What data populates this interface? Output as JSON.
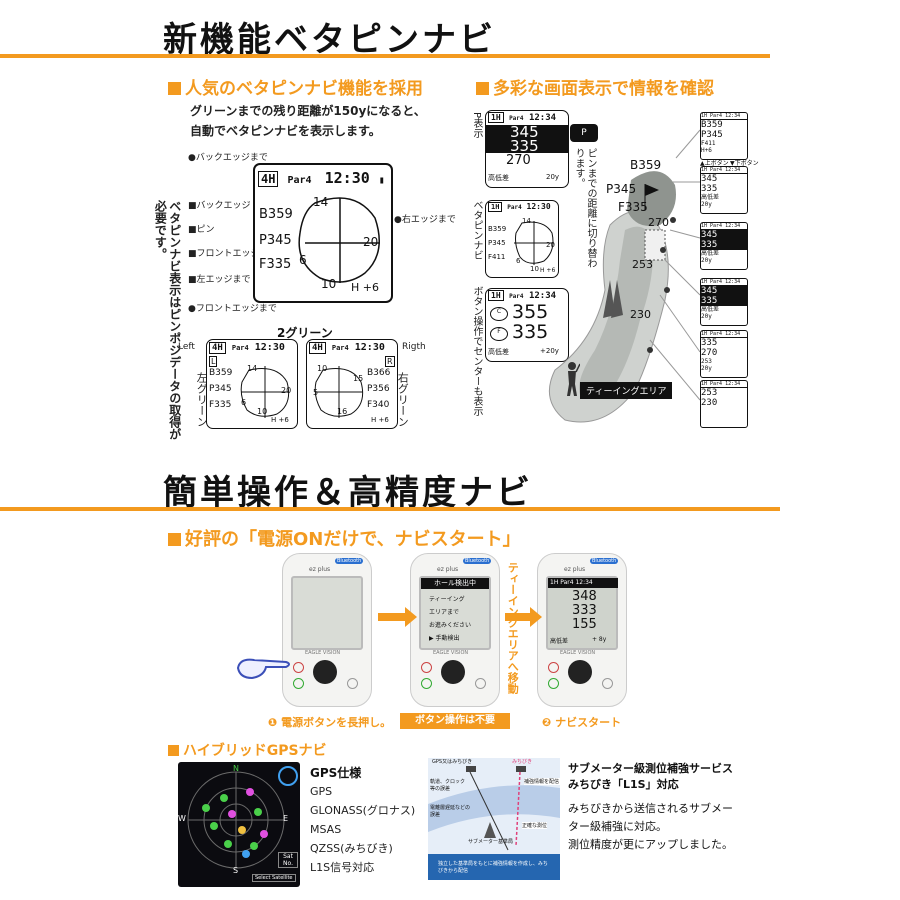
{
  "sec1": {
    "title": "新機能ベタピンナビ",
    "left_sub": "人気のベタピンナビ機能を採用",
    "left_desc1": "グリーンまでの残り距離が150yになると、",
    "left_desc2": "自動でベタピンナビを表示します。",
    "vertical_note": "ベタピンナビ表示はピンポジデータの取得が必要です。",
    "callouts": {
      "back_edge_top": "●バックエッジまで",
      "back_edge": "■バックエッジ",
      "pin": "■ピン",
      "front_edge": "■フロントエッジ",
      "left_edge": "■左エッジまで",
      "front_edge_bottom": "●フロントエッジまで",
      "right_edge": "●右エッジまで"
    },
    "main_screen": {
      "hole": "4H",
      "par": "Par4",
      "time": "12:30",
      "b": "B359",
      "p": "P345",
      "f": "F335",
      "n14": "14",
      "n20": "20",
      "n6": "6",
      "n10": "10",
      "height": "H +6"
    },
    "two_green": {
      "title": "2グリーン",
      "left_label": "Left",
      "right_label": "Rigth",
      "left_vert": "左グリーン",
      "right_vert": "右グリーン",
      "left_screen": {
        "hole": "4H",
        "par": "Par4",
        "time": "12:30",
        "mark": "L",
        "b": "B359",
        "p": "P345",
        "f": "F335",
        "n14": "14",
        "n20": "20",
        "n6": "6",
        "n10": "10",
        "height": "H +6"
      },
      "right_screen": {
        "hole": "4H",
        "par": "Par4",
        "time": "12:30",
        "mark": "R",
        "b": "B366",
        "p": "P356",
        "f": "F340",
        "n10": "10",
        "n15": "15",
        "n5": "5",
        "n16": "16",
        "height": "H +6"
      }
    },
    "right_sub": "多彩な画面表示で情報を確認",
    "p_display_label": "P表示",
    "beta_label": "ベタピンナビ",
    "button_center_label": "ボタン操作でセンターも表示",
    "pin_distance_note": "ピンまでの距離に切り替わります。",
    "scr_p": {
      "hole": "1H",
      "par": "Par4",
      "time": "12:34",
      "v1": "345",
      "v2": "335",
      "v3": "270",
      "height_label": "高低差",
      "height_val": "20y"
    },
    "scr_beta": {
      "hole": "1H",
      "par": "Par4",
      "time": "12:30",
      "b": "B359",
      "p": "P345",
      "f": "F411",
      "n14": "14",
      "n20": "20",
      "n6": "6",
      "n10": "10",
      "height": "H +6"
    },
    "scr_center": {
      "hole": "1H",
      "par": "Par4",
      "time": "12:34",
      "v1": "355",
      "v2": "335",
      "height_label": "高低差",
      "height_val": "+20y"
    },
    "course": {
      "b": "B359",
      "p": "P345",
      "f": "F335",
      "d270": "270",
      "d253": "253",
      "d230": "230",
      "tee": "ティーイングエリア"
    },
    "mini_header": "1H Par4 12:34",
    "mini_up": "▲上ボタン",
    "mini_down": "▼下ボタン",
    "mini_screens": [
      {
        "l1": "B359",
        "l2": "P345",
        "l3": "F411",
        "l4": "H+6"
      },
      {
        "l1": "345",
        "l2": "335",
        "l3": "高低差",
        "l4": "20y"
      },
      {
        "l1": "345",
        "l2": "335",
        "l3": "高低差",
        "l4": "20y"
      },
      {
        "l1": "345",
        "l2": "335",
        "l3": "高低差",
        "l4": "20y"
      },
      {
        "l1": "335",
        "l2": "270",
        "l3": "253",
        "l4": "20y"
      },
      {
        "l1": "253",
        "l2": "230",
        "l3": "",
        "l4": ""
      }
    ]
  },
  "sec2": {
    "title": "簡単操作＆高精度ナビ",
    "sub1": "好評の「電源ONだけで、ナビスタート」",
    "device_brand": "EAGLE VISION",
    "device_model": "ez plus",
    "device_sticker": "Bluetooth",
    "device2_screen": {
      "header": "ホール検出中",
      "l1": "ティーイング",
      "l2": "エリアまで",
      "l3": "お進みください",
      "l4": "▶ 手動検出"
    },
    "device3_screen": {
      "header": "1H Par4 12:34",
      "v1": "348",
      "v2": "333",
      "v3": "155",
      "height_label": "高低差",
      "height_val": "+ 8y"
    },
    "move_vertical": "ティーイングエリアへ移動",
    "step1": "❶ 電源ボタンを長押し。",
    "step_mid": "ボタン操作は不要",
    "step2": "❷ ナビスタート",
    "sub2": "ハイブリッドGPSナビ",
    "gps_title": "GPS仕様",
    "gps_items": [
      "GPS",
      "GLONASS(グロナス)",
      "MSAS",
      "QZSS(みちびき)",
      "L1S信号対応"
    ],
    "sat_btn": "Select Satellite",
    "sat_side": "Sat No.",
    "sat_dirs": {
      "n": "N",
      "e": "E",
      "s": "S",
      "w": "W"
    },
    "diagram": {
      "gps_label": "GPS又はみちびき",
      "michibiki": "みちびき",
      "orbit": "軌道、クロック等の誤差",
      "ion": "電離層遅延などの誤差",
      "correction": "補強情報を配信",
      "sub_station": "サブメーター基準局",
      "correct_pos": "正確な測位",
      "ground": "独立した基準局をもとに補強情報を作成し、みちびきから配信"
    },
    "qzss_title1": "サブメーター級測位補強サービス",
    "qzss_title2": "みちびき「L1S」対応",
    "qzss_desc1": "みちびきから送信されるサブメー",
    "qzss_desc2": "ター級補強に対応。",
    "qzss_desc3": "測位精度が更にアップしました。"
  },
  "colors": {
    "accent": "#f39a1f",
    "dark": "#111111",
    "screen_bg": "#ffffff"
  }
}
